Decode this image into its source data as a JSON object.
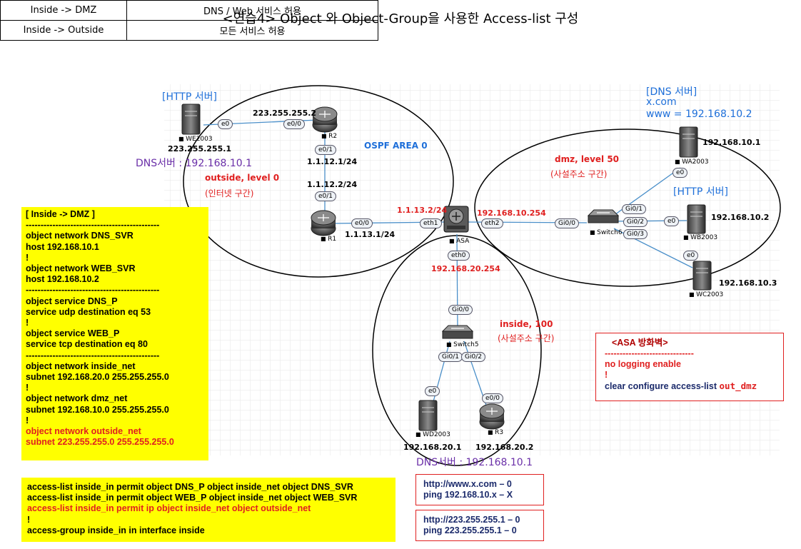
{
  "title": "<연습4> Object 와 Object-Group을 사용한 Access-list 구성",
  "policy_table": [
    {
      "from": "Inside -> DMZ",
      "rule": "DNS / Web 서비스  허용"
    },
    {
      "from": "Inside -> Outside",
      "rule": "모든 서비스  허용"
    }
  ],
  "diagram": {
    "zones": {
      "outside": {
        "name": "outside, level  0",
        "desc": "(인터넷 구간)"
      },
      "dmz": {
        "name": "dmz, level  50",
        "desc": "(사설주소 구간)"
      },
      "inside": {
        "name": "inside, 100",
        "desc": "(사설주소 구간)"
      },
      "ospf": "OSPF AREA 0"
    },
    "labels": {
      "http_server_out": "[HTTP 서버]",
      "dns_server_dmz_title": "[DNS 서버]",
      "dns_server_dmz_domain": "x.com",
      "dns_server_dmz_www": "www = 192.168.10.2",
      "http_server_dmz": "[HTTP 서버]",
      "dns_out": "DNS서버 : 192.168.10.1",
      "dns_in": "DNS서버 : 192.168.10.1"
    },
    "devices": {
      "we2003": "WE2003",
      "r2": "R2",
      "r1": "R1",
      "asa": "ASA",
      "switch6": "Switch6",
      "wa2003": "WA2003",
      "wb2003": "WB2003",
      "wc2003": "WC2003",
      "switch5": "Switch5",
      "wd2003": "WD2003",
      "r3": "R3"
    },
    "interfaces": {
      "we_e0": "e0",
      "r2_e00": "e0/0",
      "r2_e01": "e0/1",
      "r1_e01": "e0/1",
      "r1_e00": "e0/0",
      "asa_eth1": "eth1",
      "asa_eth2": "eth2",
      "asa_eth0": "eth0",
      "sw6_gi00": "Gi0/0",
      "sw6_gi01": "Gi0/1",
      "sw6_gi02": "Gi0/2",
      "sw6_gi03": "Gi0/3",
      "wa_e0": "e0",
      "wb_e0": "e0",
      "wc_e0": "e0",
      "sw5_gi00": "Gi0/0",
      "sw5_gi01": "Gi0/1",
      "sw5_gi02": "Gi0/2",
      "wd_e0": "e0",
      "r3_e00": "e0/0"
    },
    "addresses": {
      "we": "223.255.255.1",
      "r2_out": "223.255.255.2",
      "r2_r1_a": "1.1.12.1/24",
      "r2_r1_b": "1.1.12.2/24",
      "r1_asa": "1.1.13.1/24",
      "asa_outside": "1.1.13.2/24",
      "asa_dmz": "192.168.10.254",
      "asa_inside": "192.168.20.254",
      "wa": "192.168.10.1",
      "wb": "192.168.10.2",
      "wc": "192.168.10.3",
      "wd": "192.168.20.1",
      "r3": "192.168.20.2"
    }
  },
  "config_box": {
    "header": "[ Inside -> DMZ ]",
    "separator": "---------------------------------------------",
    "lines": [
      "object network DNS_SVR",
      " host  192.168.10.1",
      "!",
      "object network WEB_SVR",
      " host 192.168.10.2",
      "---------------------------------------------",
      "object service DNS_P",
      " service udp destination eq 53",
      "!",
      "object service WEB_P",
      " service tcp destination eq 80",
      "---------------------------------------------",
      "object network inside_net",
      " subnet 192.168.20.0 255.255.255.0",
      "!",
      "object network dmz_net",
      " subnet 192.168.10.0 255.255.255.0",
      "!"
    ],
    "red_lines": [
      "object network outside_net",
      " subnet 223.255.255.0 255.255.255.0"
    ]
  },
  "acl_box": {
    "line1": "access-list inside_in permit object DNS_P object inside_net object DNS_SVR",
    "line2": "access-list inside_in permit object WEB_P object inside_net object WEB_SVR",
    "line3_red": "access-list inside_in permit ip object inside_net object outside_net",
    "line4": "!",
    "line5": "access-group inside_in in interface inside"
  },
  "test_box_1": {
    "line1": "http://www.x.com – 0",
    "line2": "ping 192.168.10.x – X"
  },
  "test_box_2": {
    "line1": "http://223.255.255.1 – 0",
    "line2": "ping 223.255.255.1  – 0"
  },
  "asa_box": {
    "title": "<ASA 방화벽>",
    "separator": "------------------------------",
    "line1": "no logging enable",
    "line2": "!",
    "line3_prefix": "clear configure access-list ",
    "line3_acl": "out_dmz"
  },
  "colors": {
    "yellow": "#ffff00",
    "red": "#e02020",
    "blue": "#1e6fd9",
    "purple": "#6a2fa8",
    "dark_blue": "#1b2a6b",
    "link": "#4a8fc9"
  }
}
